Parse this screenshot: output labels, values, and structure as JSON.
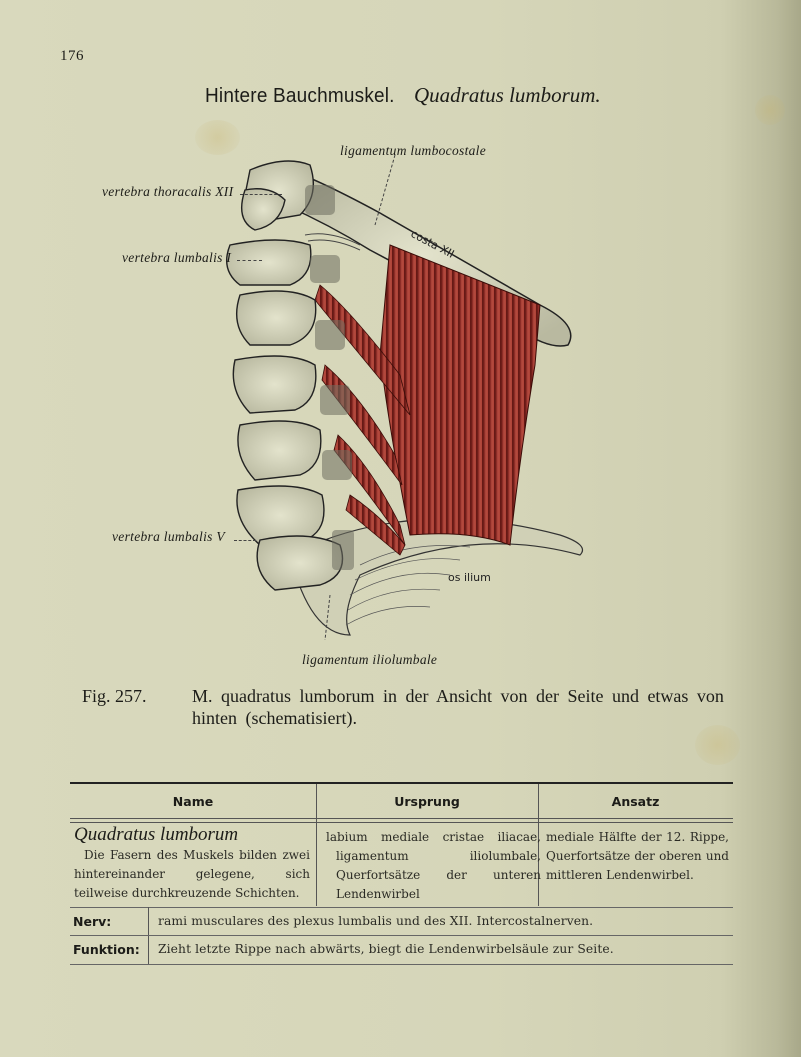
{
  "page": {
    "number": "176",
    "title_roman": "Hintere Bauchmuskel.",
    "title_italic": "Quadratus lumborum.",
    "paper_color": "#d6d6b8",
    "muscle_color": "#8e2a22"
  },
  "figure": {
    "labels": {
      "vertebra_thoracalis": "vertebra thoracalis XII",
      "vertebra_lumbalis_1": "vertebra lumbalis I",
      "vertebra_lumbalis_5": "vertebra lumbalis V",
      "ligamentum_lumbocostale": "ligamentum lumbocostale",
      "costa": "costa XII",
      "os_ilium": "os ilium",
      "ligamentum_iliolumbale": "ligamentum iliolumbale"
    }
  },
  "caption": {
    "fig_number": "Fig. 257.",
    "line1": "M. quadratus lumborum in der Ansicht von der Seite und etwas von",
    "line2": "hinten (schematisiert)."
  },
  "table": {
    "headers": [
      "Name",
      "Ursprung",
      "Ansatz"
    ],
    "row": {
      "name_title": "Quadratus lumborum",
      "name_desc": "Die Fasern des Muskels bilden zwei hintereinander gelegene, sich teilweise durchkreuzende Schichten.",
      "ursprung": "labium mediale cristae iliacae, ligamentum iliolumbale, Querfortsätze der unteren Lendenwirbel",
      "ansatz": "mediale Hälfte der 12. Rippe, Querfortsätze der oberen und mittleren Lendenwirbel."
    },
    "nerv": {
      "label": "Nerv:",
      "text": "rami musculares des plexus lumbalis und des XII. Intercostalnerven."
    },
    "funktion": {
      "label": "Funktion:",
      "text": "Zieht letzte Rippe nach abwärts, biegt die Lendenwirbelsäule zur Seite."
    }
  }
}
